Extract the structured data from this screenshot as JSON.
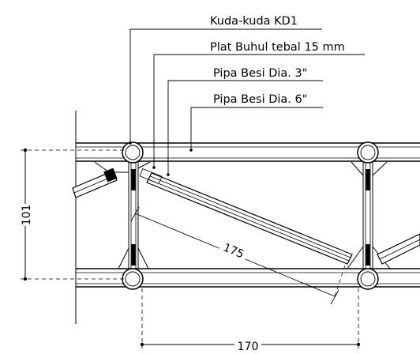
{
  "callouts": [
    {
      "text": "Kuda-kuda KD1"
    },
    {
      "text": "Plat Buhul tebal 15 mm"
    },
    {
      "text": "Pipa Besi Dia. 3\""
    },
    {
      "text": "Pipa Besi Dia. 6\""
    }
  ],
  "dimensions": {
    "height": "101",
    "span": "170",
    "diagonal": "175"
  }
}
